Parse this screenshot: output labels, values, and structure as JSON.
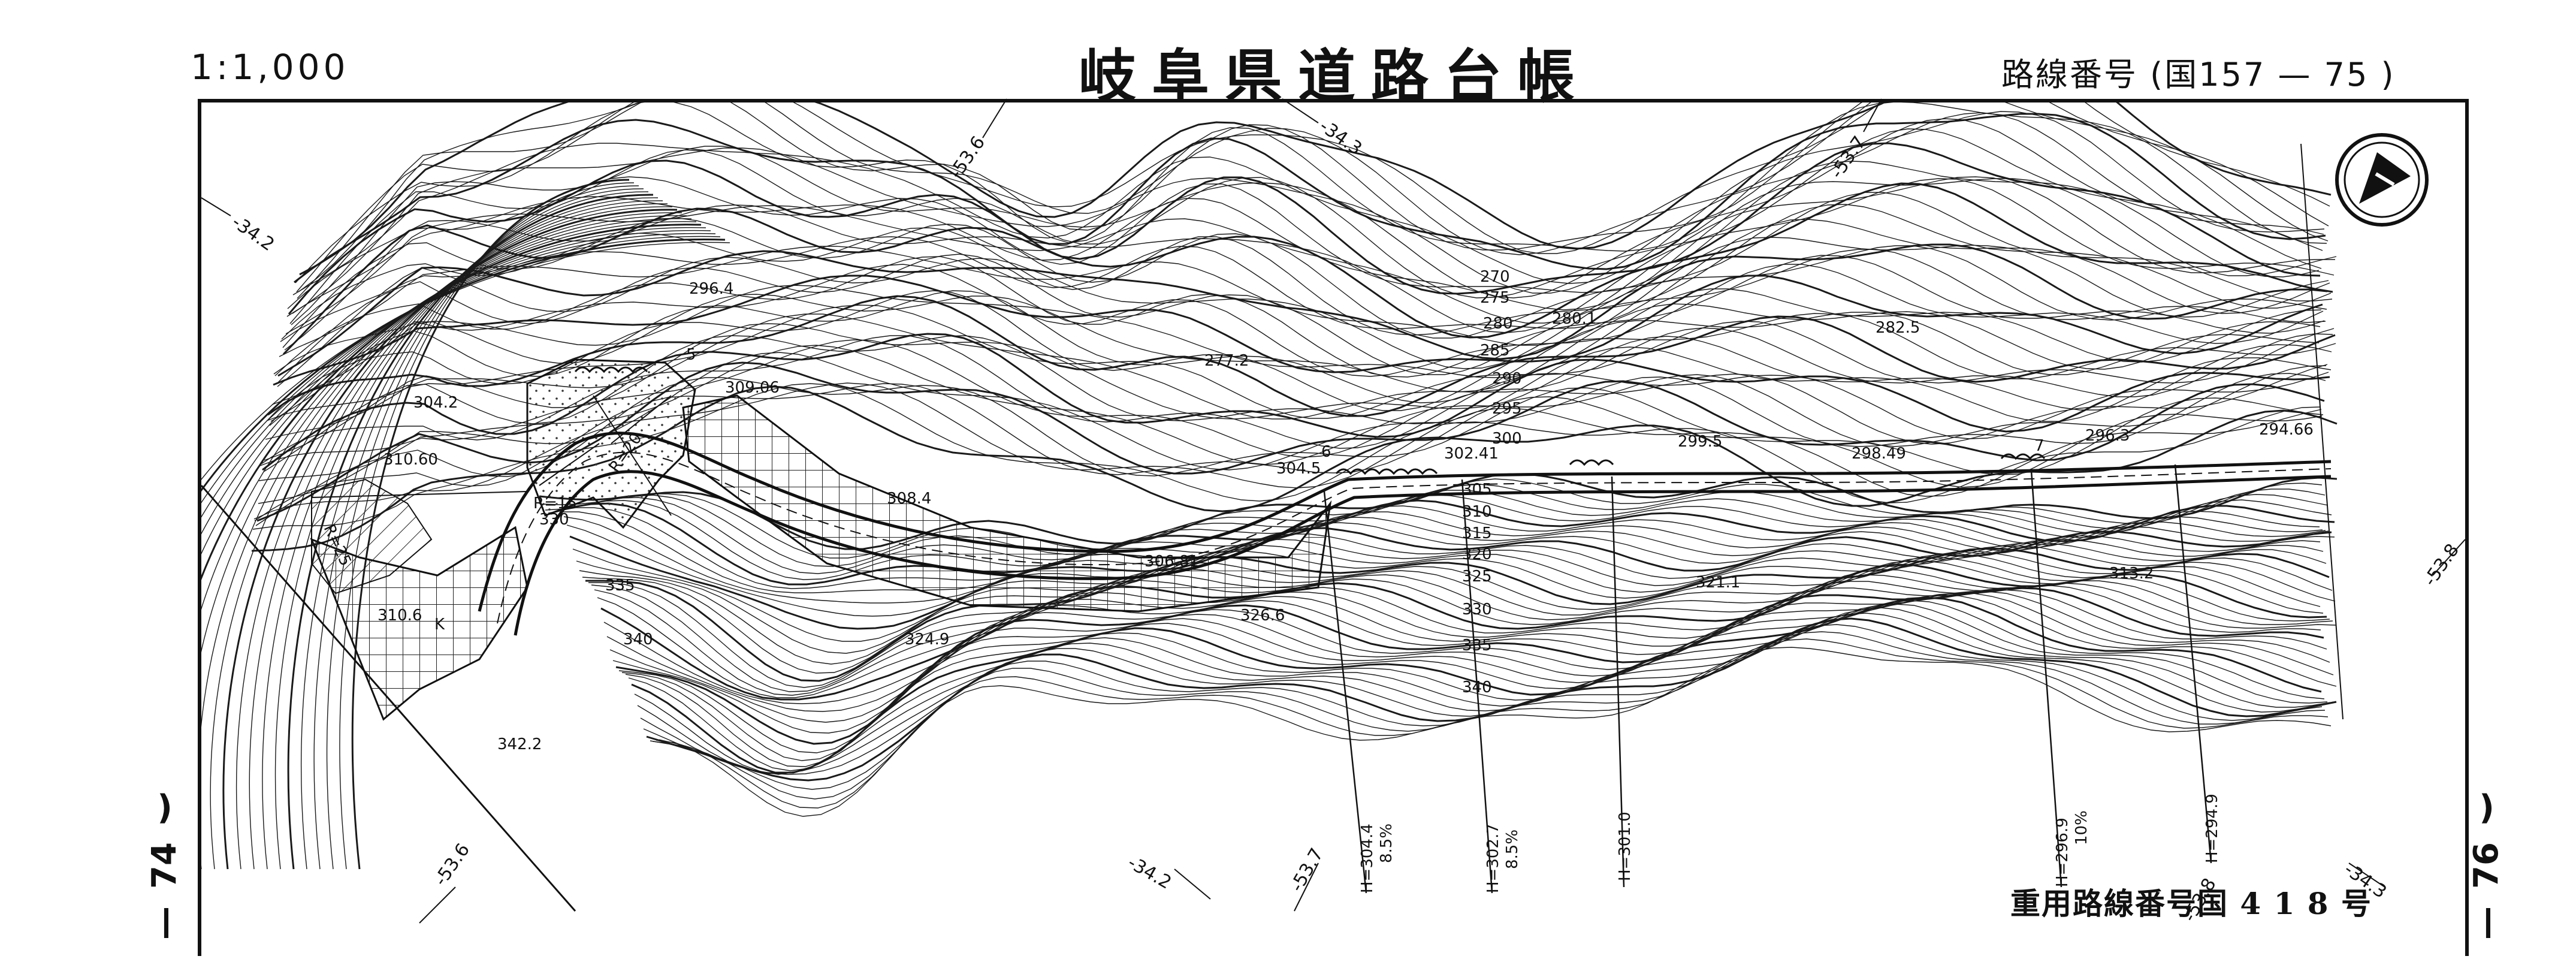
{
  "header": {
    "scale": "1:1,000",
    "title": "岐阜県道路台帳",
    "route_number": "路線番号 (国157 — 75 )"
  },
  "sides": {
    "left": "( 74 —",
    "left_open": ")",
    "left_num": "74",
    "left_dash": "—",
    "right_open": ")",
    "right_num": "76",
    "right_dash": "—"
  },
  "footer": {
    "overlap_route": "重用路線番号国 4 1 8 号"
  },
  "north_arrow": {
    "icon": "north-arrow-icon"
  },
  "grid_labels": {
    "top": [
      "-53.6",
      "-34.3",
      "-53.7"
    ],
    "left": [
      "-34.2"
    ],
    "right": [
      "-53.8"
    ],
    "bottom": [
      "-53.6",
      "-34.2",
      "-53.7",
      "-53.8",
      "-34.3"
    ]
  },
  "contour_labels": [
    "270",
    "275",
    "280",
    "285",
    "290",
    "295",
    "300",
    "305",
    "310",
    "315",
    "320",
    "325",
    "330",
    "335",
    "340"
  ],
  "elevation_points": [
    "296.4",
    "277.2",
    "280.1",
    "282.5",
    "304.2",
    "310.60",
    "309.06",
    "308.4",
    "302.41",
    "304.5",
    "299.5",
    "298.49",
    "296.3",
    "294.66",
    "306.81",
    "326.6",
    "321.1",
    "313.2",
    "324.9",
    "310.6",
    "342.2"
  ],
  "road_labels": {
    "radii": [
      "R=25",
      "R=15",
      "R=20"
    ],
    "stations": [
      "5",
      "6",
      "7"
    ],
    "k_mark": "K"
  },
  "profile_labels": [
    {
      "h": "H=304.4",
      "grade": "8.5%"
    },
    {
      "h": "H=302.7",
      "grade": "8.5%"
    },
    {
      "h": "H=301.0",
      "grade": ""
    },
    {
      "h": "H=296.9",
      "grade": "10%"
    },
    {
      "h": "H=294.9",
      "grade": ""
    }
  ]
}
